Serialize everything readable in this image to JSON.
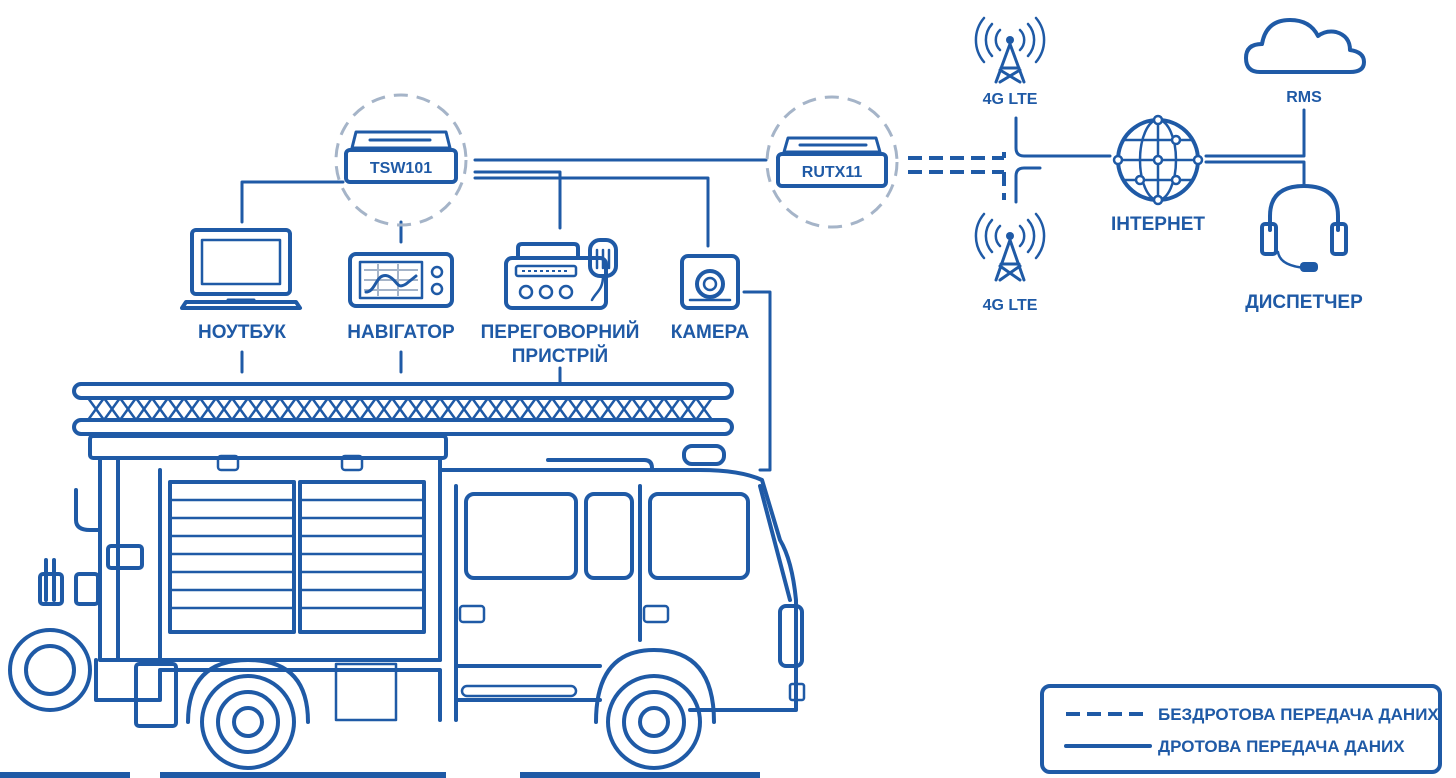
{
  "colors": {
    "primary": "#1f5aa6",
    "ring": "#a5b4c8",
    "background": "#ffffff"
  },
  "labels": {
    "tsw101": "TSW101",
    "rutx11": "RUTX11",
    "laptop": "НОУТБУК",
    "navigator": "НАВІГАТОР",
    "intercom_line1": "ПЕРЕГОВОРНИЙ",
    "intercom_line2": "ПРИСТРІЙ",
    "camera": "КАМЕРА",
    "lte_top": "4G LTE",
    "lte_bottom": "4G LTE",
    "internet": "ІНТЕРНЕТ",
    "rms": "RMS",
    "dispatcher": "ДИСПЕТЧЕР"
  },
  "legend": {
    "wireless": "БЕЗДРОТОВА ПЕРЕДАЧА ДАНИХ",
    "wired": "ДРОТОВА ПЕРЕДАЧА ДАНИХ"
  },
  "icons": [
    "switch-icon",
    "router-icon",
    "laptop-icon",
    "navigator-icon",
    "radio-icon",
    "camera-icon",
    "cell-tower-icon",
    "globe-icon",
    "cloud-icon",
    "headset-icon",
    "fire-truck-icon"
  ]
}
